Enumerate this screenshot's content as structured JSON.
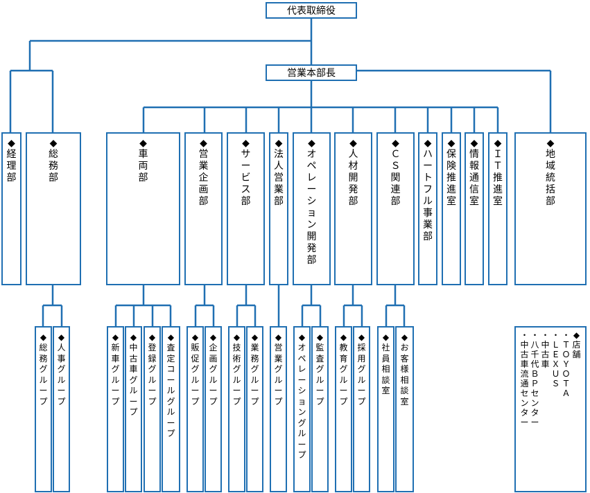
{
  "chart_data": {
    "type": "org-chart",
    "top": "代表取締役",
    "headquarters": "営業本部長",
    "bullet": "◆",
    "direct_departments": [
      "経理部",
      "総務部"
    ],
    "departments": [
      "車両部",
      "営業企画部",
      "サービス部",
      "法人営業部",
      "オペレーション開発部",
      "人材開発部",
      "ＣＳ関連部",
      "ハートフル事業部",
      "保険推進室",
      "情報通信室",
      "ＩＴ推進室",
      "地域統括部"
    ],
    "groups": {
      "総務部": [
        "総務グループ",
        "人事グループ"
      ],
      "車両部": [
        "新車グループ",
        "中古車グループ",
        "登録グループ",
        "査定コールグループ"
      ],
      "営業企画部": [
        "販促グループ",
        "企画グループ"
      ],
      "サービス部": [
        "技術グループ",
        "業務グループ"
      ],
      "法人営業部": [
        "営業グループ"
      ],
      "オペレーション開発部": [
        "オペレーショングループ",
        "監査グループ"
      ],
      "人材開発部": [
        "教育グループ",
        "採用グループ"
      ],
      "ＣＳ関連部": [
        "社員相談室",
        "お客様相談室"
      ],
      "地域統括部": [
        "店舗",
        "ＴＯＹＯＴＡ",
        "ＬＥＸＵＳ",
        "中古車",
        "八千代ＢＰセンター",
        "中古車流通センター"
      ]
    }
  }
}
